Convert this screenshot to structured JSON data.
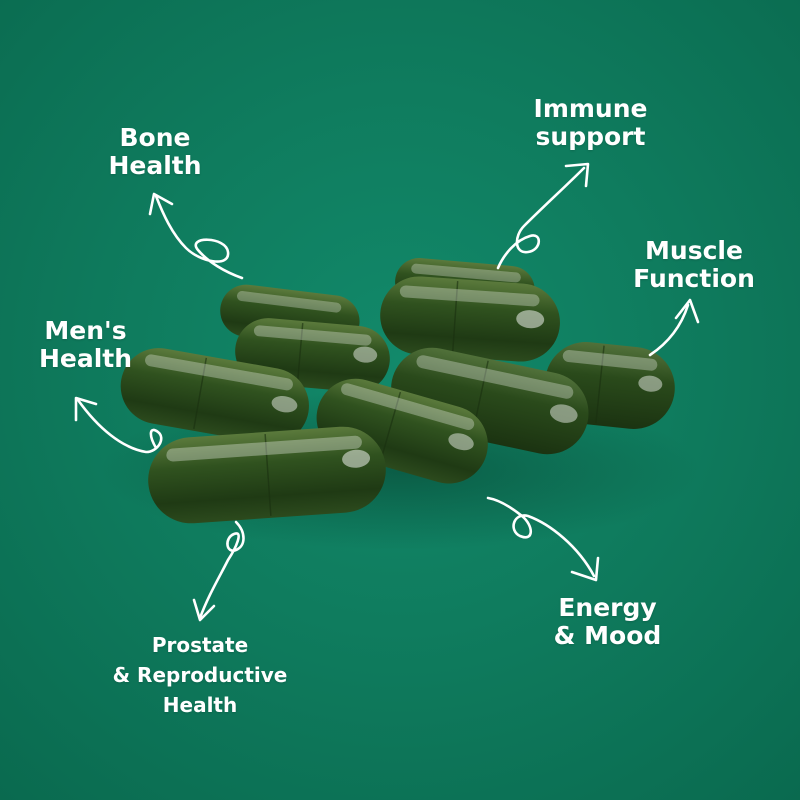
{
  "background_color": "#0f7c5e",
  "capsule_color": "#2c4a1f",
  "labels": {
    "bone": [
      "Bone",
      "Health"
    ],
    "immune": [
      "Immune",
      "support"
    ],
    "muscle": [
      "Muscle",
      "Function"
    ],
    "mens": [
      "Men's",
      "Health"
    ],
    "energy": [
      "Energy",
      "& Mood"
    ],
    "prostate": [
      "Prostate",
      "& Reproductive",
      "Health"
    ]
  }
}
